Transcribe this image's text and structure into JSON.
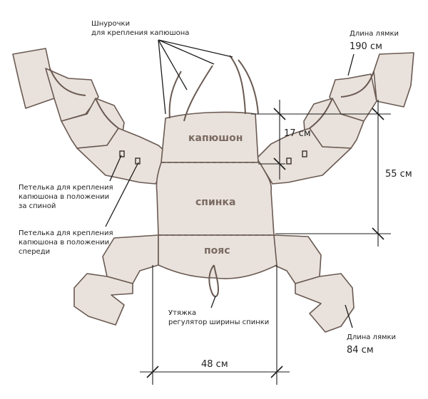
{
  "labels": {
    "hood_ties": [
      "Шнурочки",
      "для крепления капюшона"
    ],
    "top_strap_title": "Длина лямки",
    "top_strap_value": "190 см",
    "bottom_strap_title": "Длина лямки",
    "bottom_strap_value": "84 см",
    "hood": "капюшон",
    "back": "спинка",
    "belt": "пояс",
    "hood_height": "17 см",
    "back_height": "55 см",
    "width": "48 см",
    "loop_back": [
      "Петелька для крепления",
      "капюшона в положении",
      "за спиной"
    ],
    "loop_front": [
      "Петелька для крепления",
      "капюшона в положении",
      "спереди"
    ],
    "cinch": [
      "Утяжка",
      "регулятор ширины спинки"
    ]
  },
  "colors": {
    "outline": "#6a5a52",
    "fabric": "#e9e2dc",
    "panel_text": "#7a6a62",
    "annotation": "#1c1c1c"
  }
}
